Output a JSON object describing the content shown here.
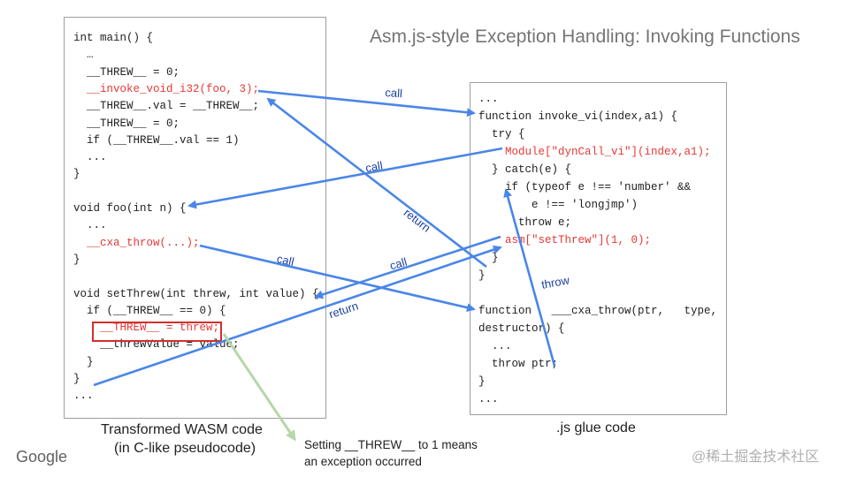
{
  "title": "Asm.js-style Exception Handling: Invoking Functions",
  "left_code": [
    {
      "text": "int main() {",
      "red": false
    },
    {
      "text": "  …",
      "red": false
    },
    {
      "text": "  __THREW__ = 0;",
      "red": false
    },
    {
      "text": "  __invoke_void_i32(foo, 3);",
      "red": true
    },
    {
      "text": "  __THREW__.val = __THREW__;",
      "red": false
    },
    {
      "text": "  __THREW__ = 0;",
      "red": false
    },
    {
      "text": "  if (__THREW__.val == 1)",
      "red": false
    },
    {
      "text": "  ...",
      "red": false
    },
    {
      "text": "}",
      "red": false
    },
    {
      "text": "",
      "red": false
    },
    {
      "text": "void foo(int n) {",
      "red": false
    },
    {
      "text": "  ...",
      "red": false
    },
    {
      "text": "  __cxa_throw(...);",
      "red": true
    },
    {
      "text": "}",
      "red": false
    },
    {
      "text": "",
      "red": false
    },
    {
      "text": "void setThrew(int threw, int value) {",
      "red": false
    },
    {
      "text": "  if (__THREW__ == 0) {",
      "red": false
    },
    {
      "text": "    __THREW__ = threw;",
      "red": true
    },
    {
      "text": "    __threwValue = value;",
      "red": false
    },
    {
      "text": "  }",
      "red": false
    },
    {
      "text": "}",
      "red": false
    },
    {
      "text": "...",
      "red": false
    }
  ],
  "right_code": [
    {
      "text": "...",
      "red": false
    },
    {
      "text": "function invoke_vi(index,a1) {",
      "red": false
    },
    {
      "text": "  try {",
      "red": false
    },
    {
      "text": "    Module[\"dynCall_vi\"](index,a1);",
      "red": true
    },
    {
      "text": "  } catch(e) {",
      "red": false
    },
    {
      "text": "    if (typeof e !== 'number' &&",
      "red": false
    },
    {
      "text": "        e !== 'longjmp')",
      "red": false
    },
    {
      "text": "      throw e;",
      "red": false
    },
    {
      "text": "    asm[\"setThrew\"](1, 0);",
      "red": true
    },
    {
      "text": "  }",
      "red": false
    },
    {
      "text": "}",
      "red": false
    },
    {
      "text": "",
      "red": false
    },
    {
      "text": "function   ___cxa_throw(ptr,   type,",
      "red": false
    },
    {
      "text": "destructor) {",
      "red": false
    },
    {
      "text": "  ...",
      "red": false
    },
    {
      "text": "  throw ptr;",
      "red": false
    },
    {
      "text": "}",
      "red": false
    },
    {
      "text": "...",
      "red": false
    }
  ],
  "captions": {
    "left_line1": "Transformed WASM code",
    "left_line2": "(in C-like pseudocode)",
    "right": ".js glue code"
  },
  "note": {
    "line1": "Setting __THREW__ to  1 means",
    "line2": "an exception occurred"
  },
  "arrow_labels": {
    "call_1": "call",
    "call_2": "call",
    "call_3": "call",
    "call_4": "call",
    "return_1": "return",
    "return_2": "return",
    "throw_1": "throw"
  },
  "logo": "Google",
  "watermark": "@稀土掘金技术社区",
  "colors": {
    "arrow": "#4a86e8",
    "note_arrow": "#b6d7a8",
    "highlight": "#d32f2f",
    "code_red": "#e53935"
  }
}
